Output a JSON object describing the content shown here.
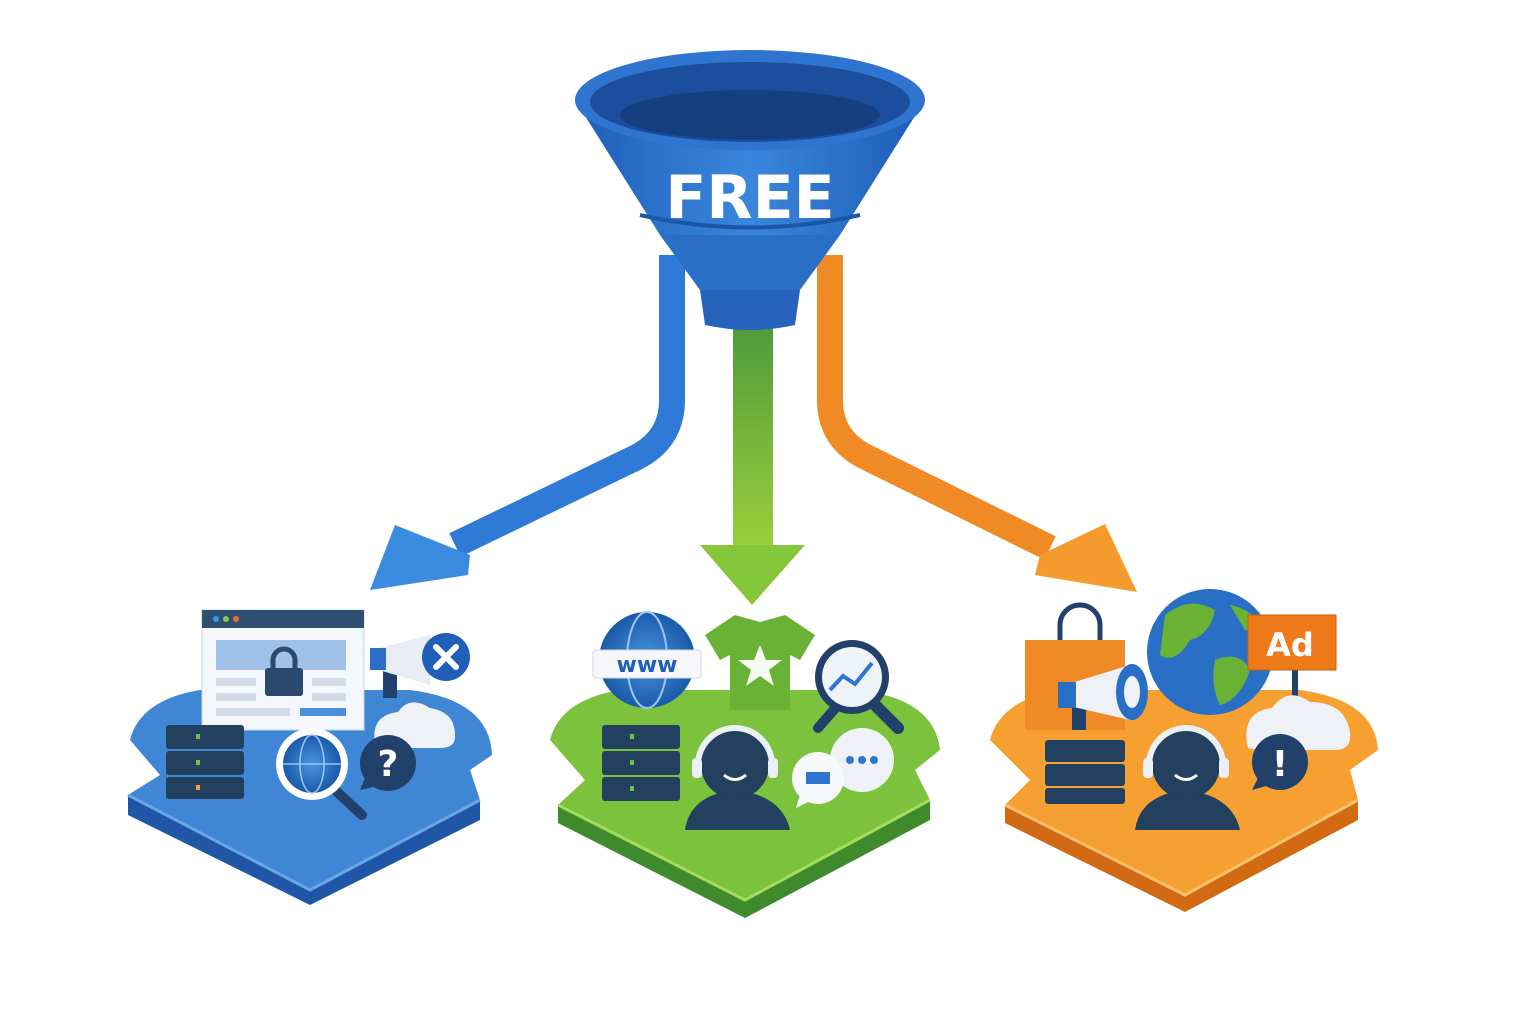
{
  "funnel": {
    "label": "FREE",
    "color": "#2f74d0"
  },
  "arrows": {
    "left_color": "#2f7ad6",
    "center_color": "#7cc23c",
    "right_color": "#f08a24"
  },
  "platforms": {
    "left": {
      "color": "#3f86d4",
      "icons": [
        "browser-lock-icon",
        "megaphone-icon",
        "close-badge-icon",
        "server-icon",
        "globe-search-icon",
        "question-bubble-icon",
        "cloud-icon"
      ],
      "question_glyph": "?"
    },
    "center": {
      "color": "#7cc23c",
      "icons": [
        "globe-icon",
        "tshirt-star-icon",
        "analytics-magnifier-icon",
        "server-icon",
        "headset-agent-icon",
        "chat-bubbles-icon"
      ],
      "www_label": "www"
    },
    "right": {
      "color": "#f5a030",
      "icons": [
        "shopping-bag-icon",
        "megaphone-icon",
        "earth-icon",
        "ad-sign-icon",
        "cloud-icon",
        "server-icon",
        "headset-agent-icon",
        "alert-bubble-icon"
      ],
      "ad_label": "Ad",
      "alert_glyph": "!"
    }
  }
}
